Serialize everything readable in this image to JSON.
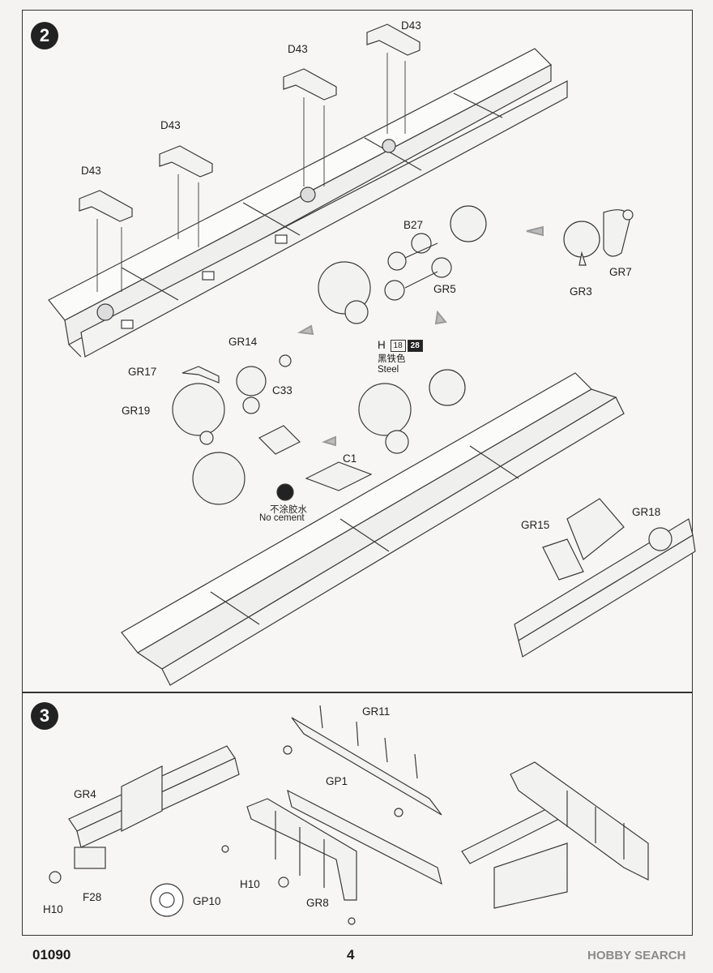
{
  "steps": [
    {
      "number": "2"
    },
    {
      "number": "3"
    }
  ],
  "step2_labels": {
    "d43_a": "D43",
    "d43_b": "D43",
    "d43_c": "D43",
    "d43_d": "D43",
    "b27": "B27",
    "gr5": "GR5",
    "gr3": "GR3",
    "gr7": "GR7",
    "gr14": "GR14",
    "gr17": "GR17",
    "c33": "C33",
    "gr19": "GR19",
    "c1": "C1",
    "gr15": "GR15",
    "gr18": "GR18",
    "no_cement_cn": "不涂胶水",
    "no_cement_en": "No cement"
  },
  "paint": {
    "letter": "H",
    "code_a": "18",
    "code_b": "28",
    "color_cn": "黑铁色",
    "color_en": "Steel"
  },
  "step3_labels": {
    "gr11": "GR11",
    "gp1": "GP1",
    "gr4": "GR4",
    "f28": "F28",
    "h10_a": "H10",
    "h10_b": "H10",
    "gr8": "GR8",
    "gp10": "GP10"
  },
  "footer": {
    "code": "01090",
    "page": "4",
    "watermark": "HOBBY SEARCH"
  },
  "colors": {
    "line": "#3a3a3a",
    "panel_border": "#333333",
    "step_badge": "#222222",
    "arrow": "#9a9a9a"
  }
}
